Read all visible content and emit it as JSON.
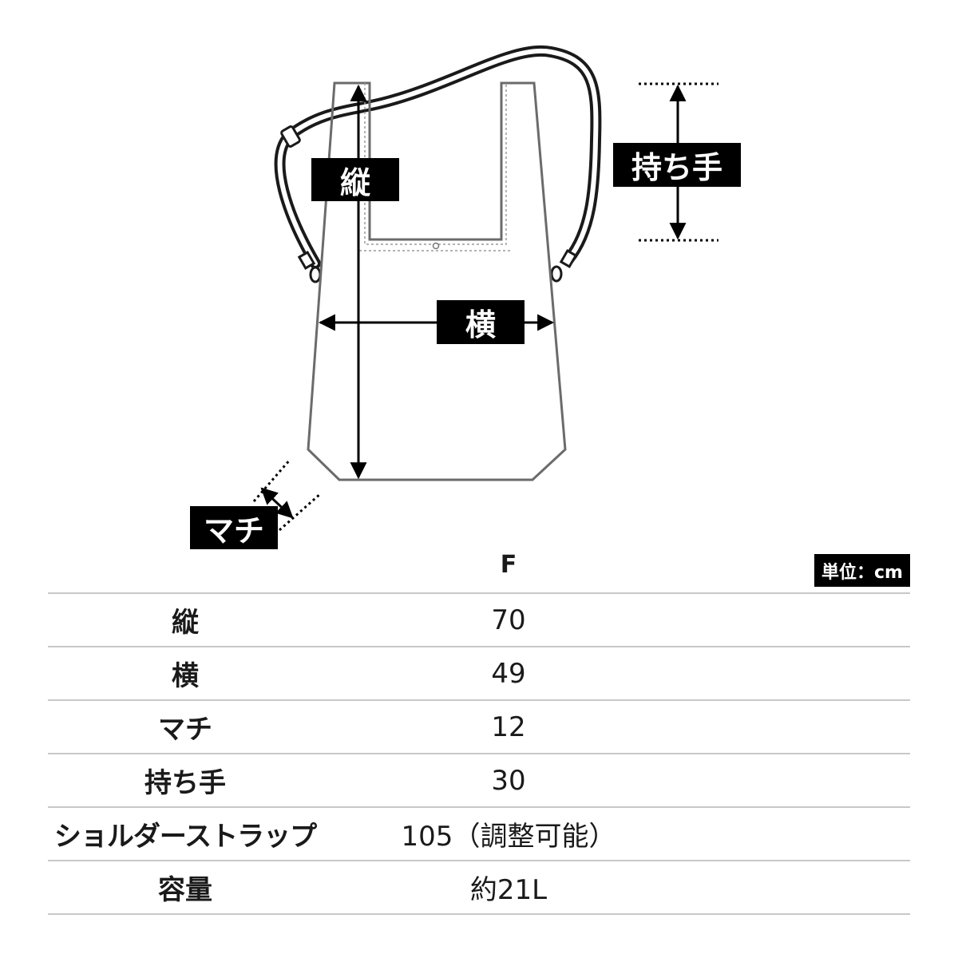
{
  "labels": {
    "tate": "縦",
    "yoko": "横",
    "mochite": "持ち手",
    "machi": "マチ"
  },
  "unit": "単位：cm",
  "size_header": "F",
  "rows": [
    {
      "key": "縦",
      "value": "70"
    },
    {
      "key": "横",
      "value": "49"
    },
    {
      "key": "マチ",
      "value": "12"
    },
    {
      "key": "持ち手",
      "value": "30"
    },
    {
      "key": "ショルダーストラップ",
      "value": "105（調整可能）"
    },
    {
      "key": "容量",
      "value": "約21L"
    }
  ]
}
